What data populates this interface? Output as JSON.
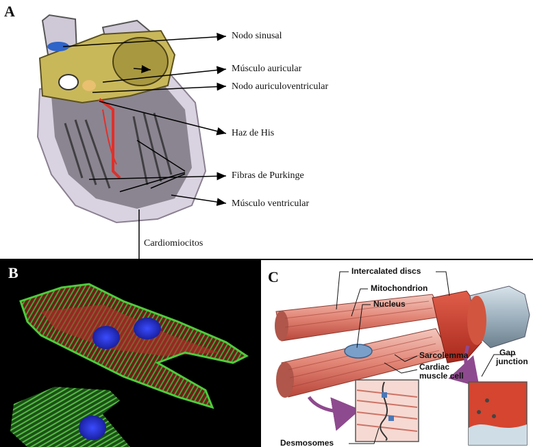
{
  "panel_a": {
    "letter": "A",
    "labels": {
      "sinus_node": "Nodo sinusal",
      "atrial_muscle": "Músculo auricular",
      "av_node": "Nodo auriculoventricular",
      "his_bundle": "Haz de His",
      "purkinje_fibers": "Fibras de Purkinge",
      "ventricular_muscle": "Músculo ventricular",
      "cardiomyocytes": "Cardiomiocitos"
    }
  },
  "panel_b": {
    "letter": "B"
  },
  "panel_c": {
    "letter": "C",
    "labels": {
      "intercalated_discs": "Intercalated discs",
      "mitochondrion": "Mitochondrion",
      "nucleus": "Nucleus",
      "sarcolemma": "Sarcolemma",
      "cardiac_muscle_cell_1": "Cardiac",
      "cardiac_muscle_cell_2": "muscle cell",
      "gap_junction_1": "Gap",
      "gap_junction_2": "junction",
      "desmosomes": "Desmosomes"
    }
  },
  "colors": {
    "arrow": "#000000",
    "heart_muscle": "#d9d2e0",
    "atrium_yellow": "#c9b85a",
    "his_red": "#e0302a",
    "sinus_blue": "#2f64c8",
    "fluor_green": "#3fae3a",
    "fluor_red": "#c0362c",
    "fluor_blue": "#2030d8",
    "muscle_red": "#d24a3c",
    "purple_arrow": "#8e4a8e"
  }
}
